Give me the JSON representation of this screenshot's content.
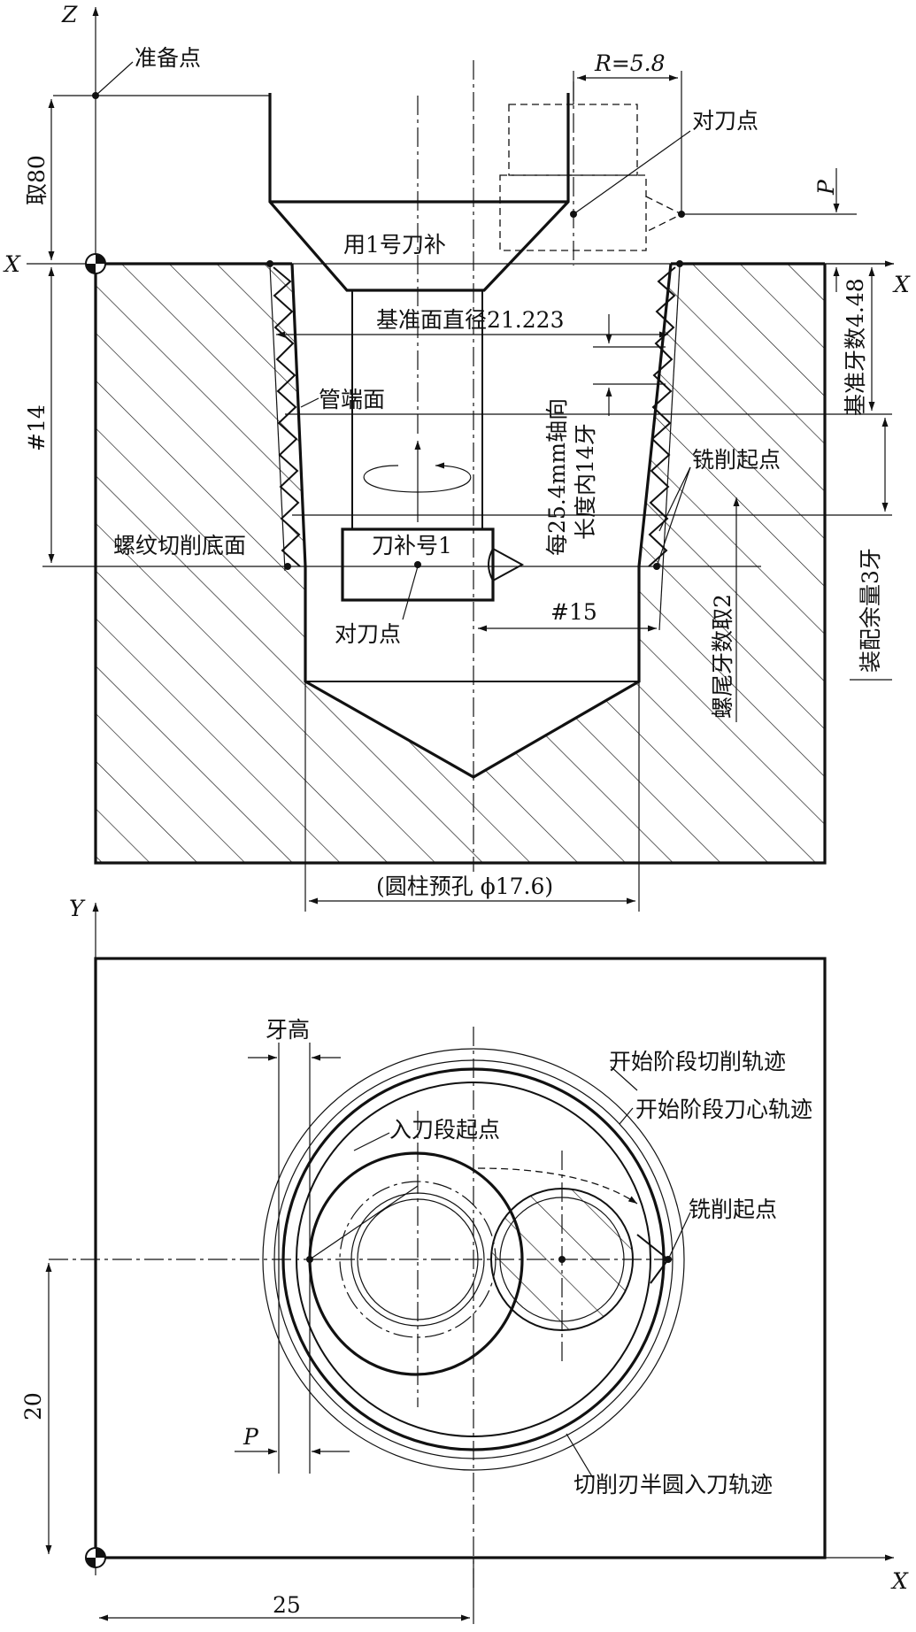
{
  "top_view": {
    "axis_z": "Z",
    "axis_x_left": "X",
    "axis_x_right": "X",
    "prep_point": "准备点",
    "take80": "取80",
    "r58": "R=5.8",
    "tool_set_point_top": "对刀点",
    "p_label": "P",
    "use_tool1": "用1号刀补",
    "ref_diameter": "基准面直径21.223",
    "base_threads": "基准牙数4.48",
    "hash14": "#14",
    "pipe_end": "管端面",
    "per_inch_line1": "每25.4mm轴向",
    "per_inch_line2": "长度内14牙",
    "mill_start": "铣削起点",
    "thread_bottom": "螺纹切削底面",
    "tool_comp": "刀补号1",
    "assembly_allow": "装配余量3牙",
    "tool_set_point_bottom": "对刀点",
    "hash15": "#15",
    "tail_threads": "螺尾牙数取2",
    "bore": "(圆柱预孔 ϕ17.6)"
  },
  "bottom_view": {
    "axis_y": "Y",
    "axis_x": "X",
    "thread_height": "牙高",
    "start_cut_path": "开始阶段切削轨迹",
    "start_center_path": "开始阶段刀心轨迹",
    "entry_start": "入刀段起点",
    "mill_start": "铣削起点",
    "dim20": "20",
    "p_label": "P",
    "semicircle_entry": "切削刃半圆入刀轨迹",
    "dim25": "25"
  }
}
